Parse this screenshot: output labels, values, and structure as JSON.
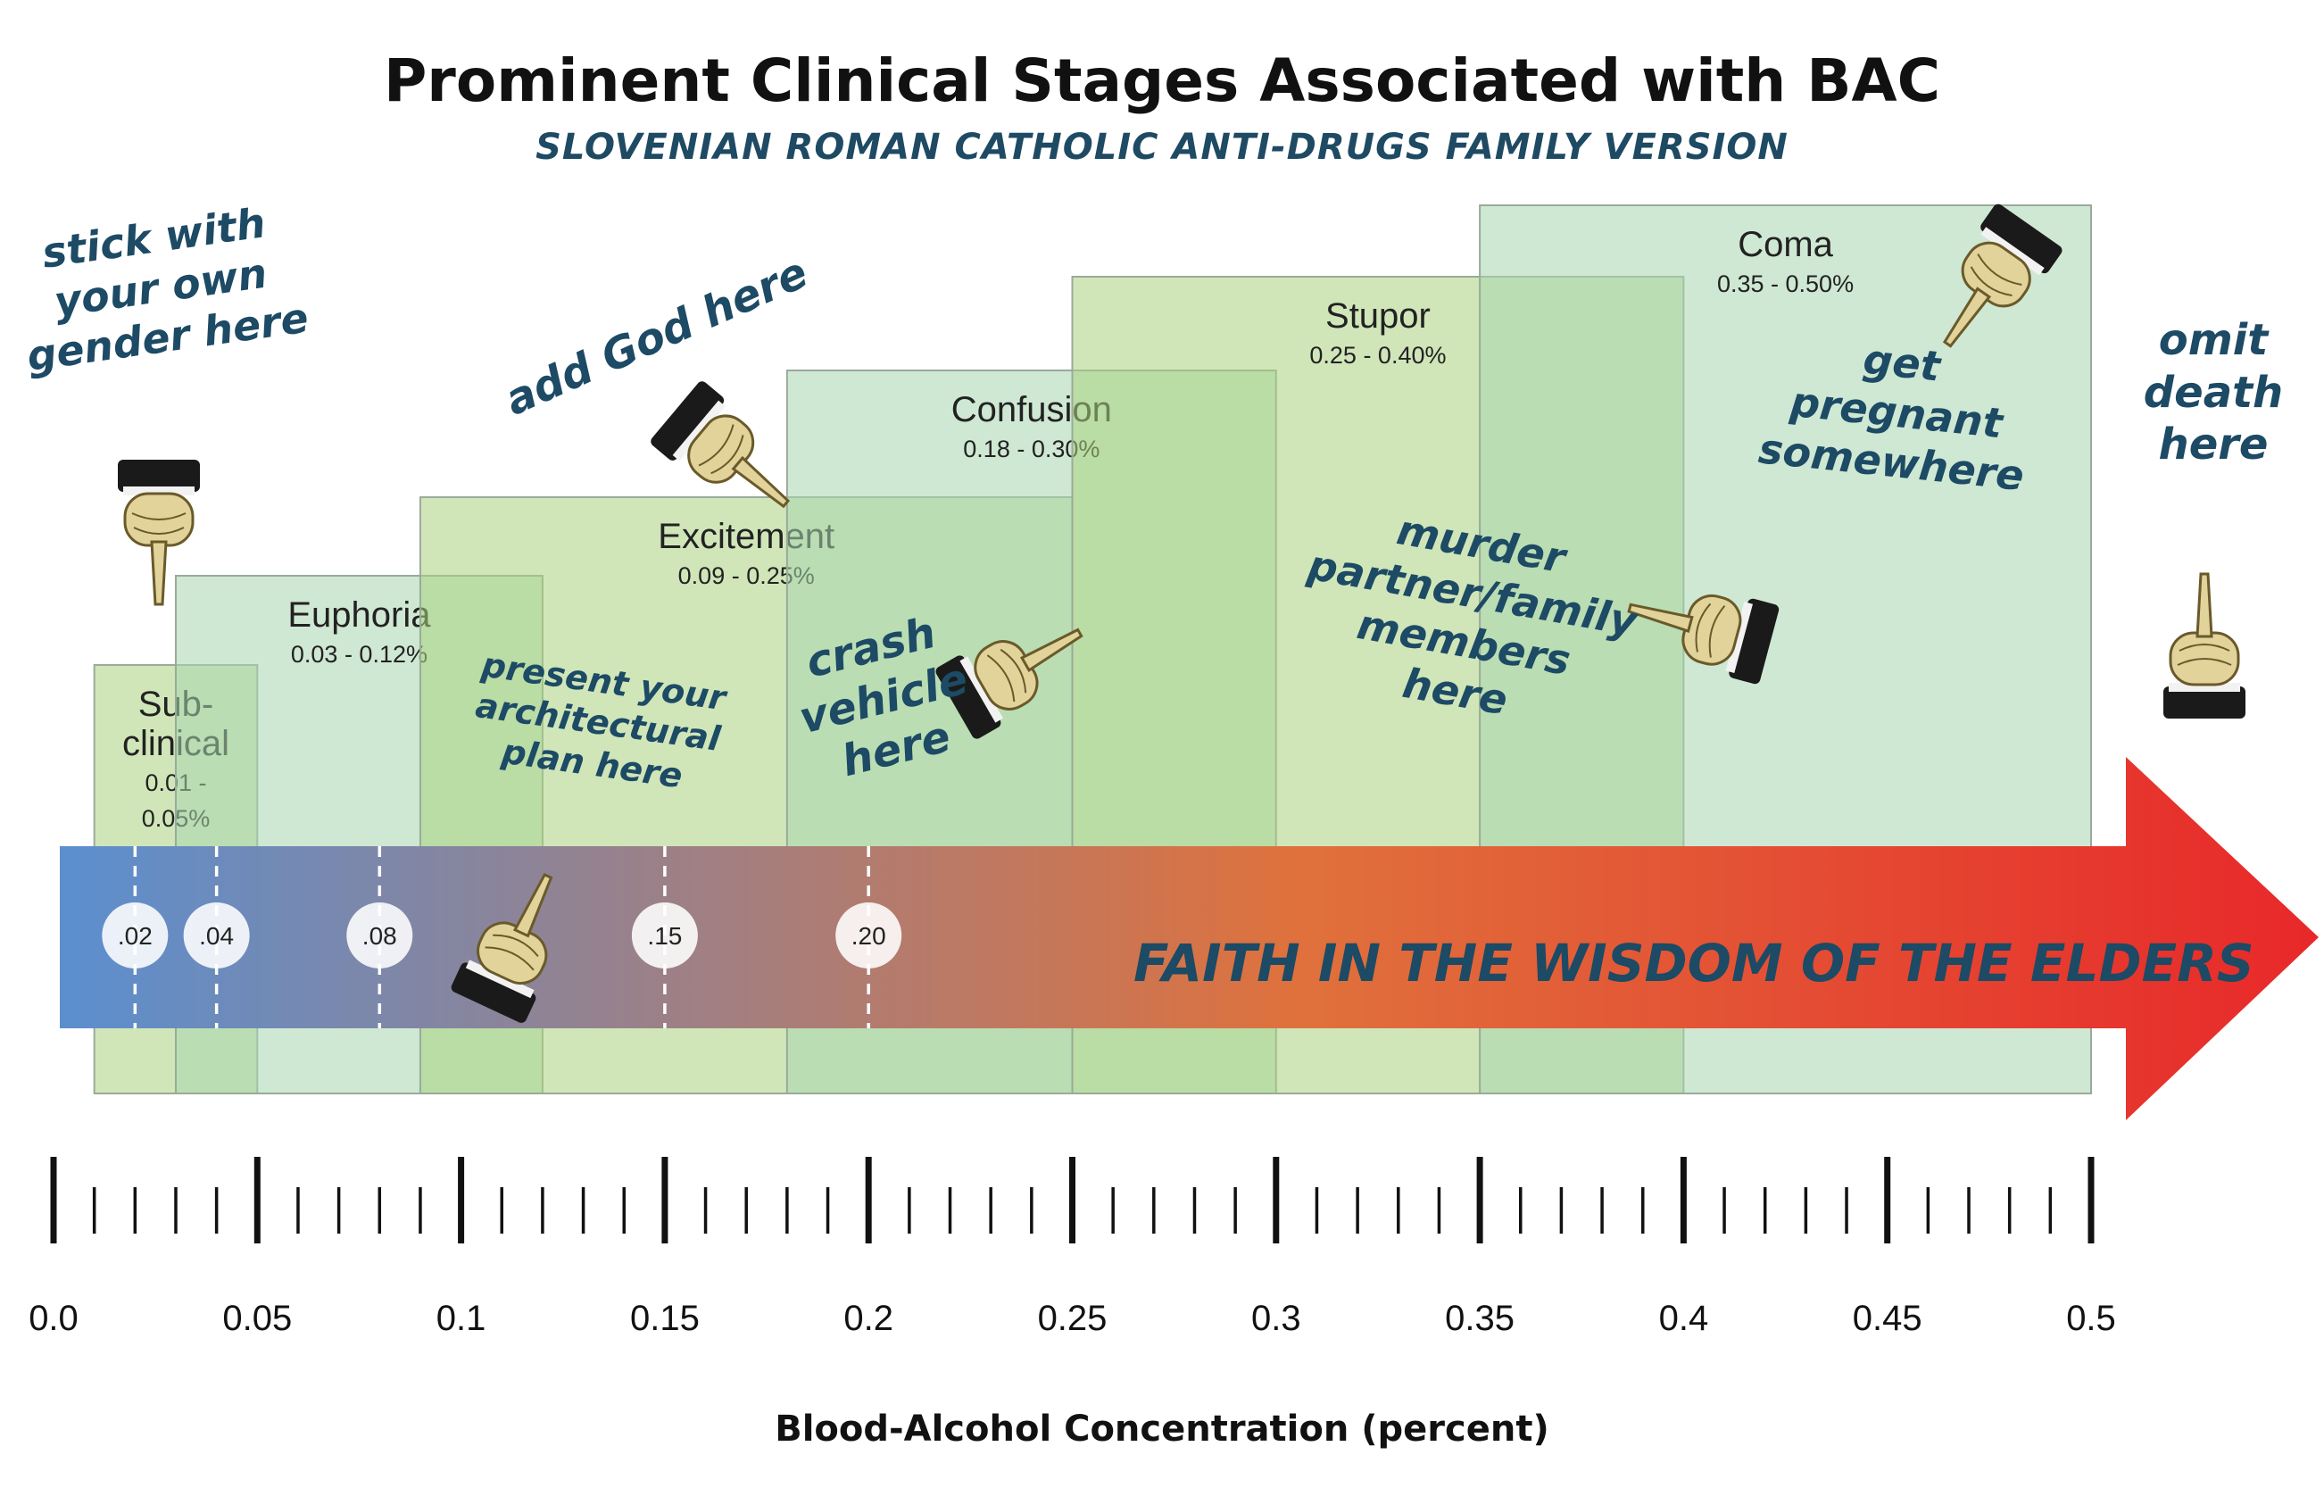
{
  "chart_data": {
    "type": "range-bar",
    "title": "Prominent Clinical Stages Associated with BAC",
    "subtitle": "SLOVENIAN ROMAN CATHOLIC ANTI-DRUGS FAMILY VERSION",
    "xlabel": "Blood-Alcohol Concentration (percent)",
    "xlim": [
      0.0,
      0.5
    ],
    "x_ticks": [
      "0.0",
      "0.05",
      "0.1",
      "0.15",
      "0.2",
      "0.25",
      "0.3",
      "0.35",
      "0.4",
      "0.45",
      "0.5"
    ],
    "stages": [
      {
        "lines": [
          "Sub-",
          "clinical"
        ],
        "range_lines": [
          "0.01 -",
          "0.05%"
        ],
        "start": 0.01,
        "end": 0.05,
        "level": 1,
        "tone": "green"
      },
      {
        "lines": [
          "Euphoria"
        ],
        "range_lines": [
          "0.03 - 0.12%"
        ],
        "start": 0.03,
        "end": 0.12,
        "level": 2,
        "tone": "teal"
      },
      {
        "lines": [
          "Excitement"
        ],
        "range_lines": [
          "0.09 - 0.25%"
        ],
        "start": 0.09,
        "end": 0.25,
        "level": 3,
        "tone": "green"
      },
      {
        "lines": [
          "Confusion"
        ],
        "range_lines": [
          "0.18 - 0.30%"
        ],
        "start": 0.18,
        "end": 0.3,
        "level": 4,
        "tone": "teal"
      },
      {
        "lines": [
          "Stupor"
        ],
        "range_lines": [
          "0.25 - 0.40%"
        ],
        "start": 0.25,
        "end": 0.4,
        "level": 5,
        "tone": "green"
      },
      {
        "lines": [
          "Coma"
        ],
        "range_lines": [
          "0.35 - 0.50%"
        ],
        "start": 0.35,
        "end": 0.5,
        "level": 6,
        "tone": "teal"
      }
    ],
    "markers": [
      {
        "value": 0.02,
        "label": ".02"
      },
      {
        "value": 0.04,
        "label": ".04"
      },
      {
        "value": 0.08,
        "label": ".08"
      },
      {
        "value": 0.15,
        "label": ".15"
      },
      {
        "value": 0.2,
        "label": ".20"
      }
    ],
    "arrow_label": "FAITH IN THE WISDOM OF THE ELDERS",
    "colors": {
      "green": "#a9d27f",
      "teal": "#a7d6ae",
      "arrow_start": "#5b8fcf",
      "arrow_mid": "#e0713c",
      "arrow_end": "#e8282a",
      "annotation": "#1d4a64"
    }
  },
  "annotations": [
    {
      "text": "stick with\nyour own\ngender here"
    },
    {
      "text": "add God here"
    },
    {
      "text": "present your\narchitectural\nplan here"
    },
    {
      "text": "crash\nvehicle\nhere"
    },
    {
      "text": "murder\npartner/family\nmembers\nhere"
    },
    {
      "text": "get\npregnant\nsomewhere"
    },
    {
      "text": "omit\ndeath\nhere"
    }
  ]
}
